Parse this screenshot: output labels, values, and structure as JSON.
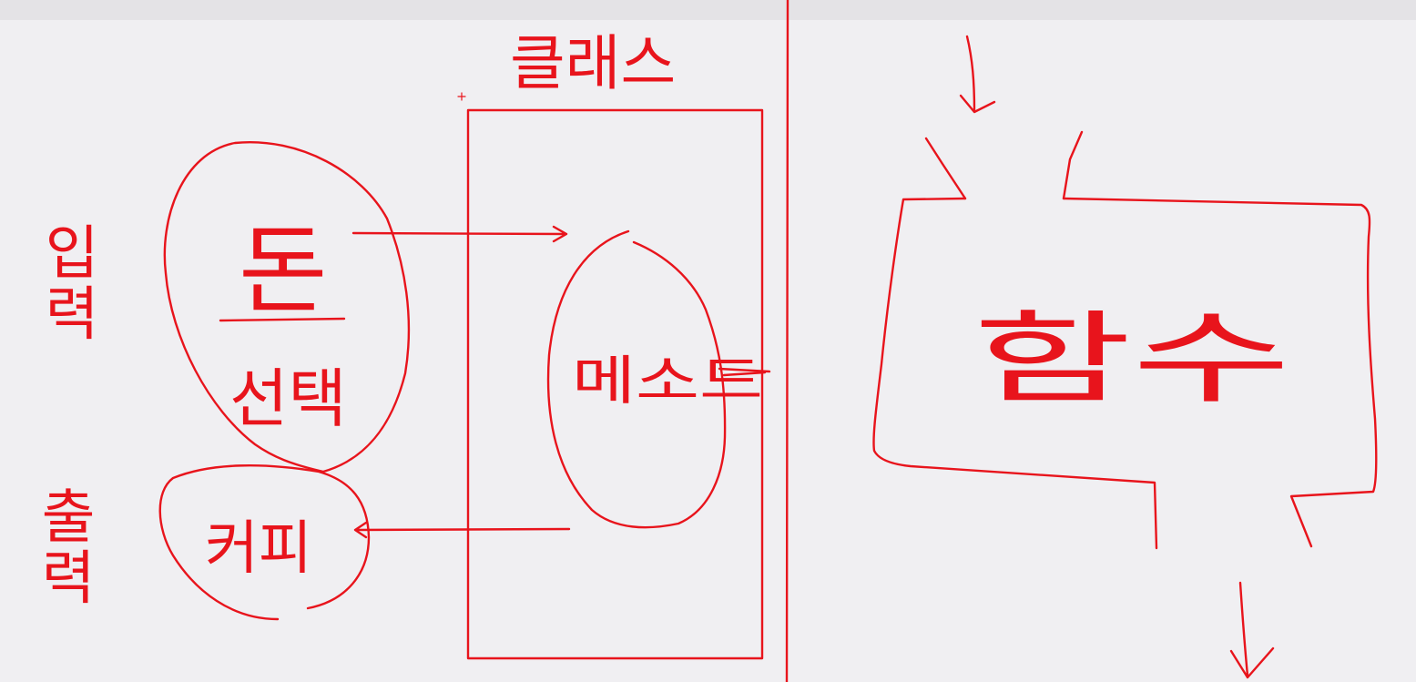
{
  "colors": {
    "ink": "#e8141c",
    "background": "#f0eff2",
    "top_bar": "#e4e3e6"
  },
  "labels": {
    "class_title": "클래스",
    "input_label": "입력",
    "output_label": "출력",
    "money": "돈",
    "selection": "선택",
    "method": "메소드",
    "coffee": "커피",
    "function": "함수"
  }
}
